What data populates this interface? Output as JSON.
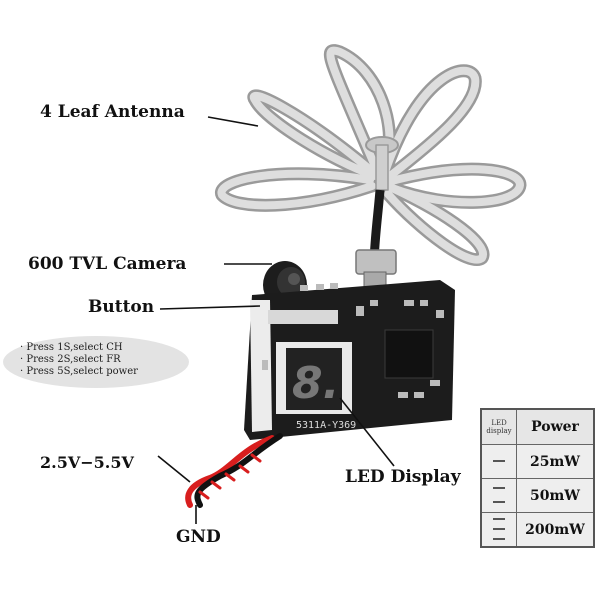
{
  "labels": {
    "antenna": "4 Leaf Antenna",
    "camera": "600 TVL Camera",
    "button": "Button",
    "voltage": "2.5V−5.5V",
    "gnd": "GND",
    "led_display": "LED Display"
  },
  "button_instructions": [
    "· Press 1S,select CH",
    "· Press 2S,select FR",
    "· Press 5S,select power"
  ],
  "board_text": "5311A-Y369",
  "led_digit": "8.",
  "power_table": {
    "header_led": "LED display",
    "header_power": "Power",
    "rows": [
      {
        "led_segments": 1,
        "power": "25mW"
      },
      {
        "led_segments": 2,
        "power": "50mW"
      },
      {
        "led_segments": 3,
        "power": "200mW"
      }
    ]
  },
  "colors": {
    "antenna": "#cfcfcf",
    "pcb": "#1c1c1c",
    "wire_red": "#d81e1e",
    "wire_black": "#111111",
    "table_bg": "#eeeeee"
  }
}
